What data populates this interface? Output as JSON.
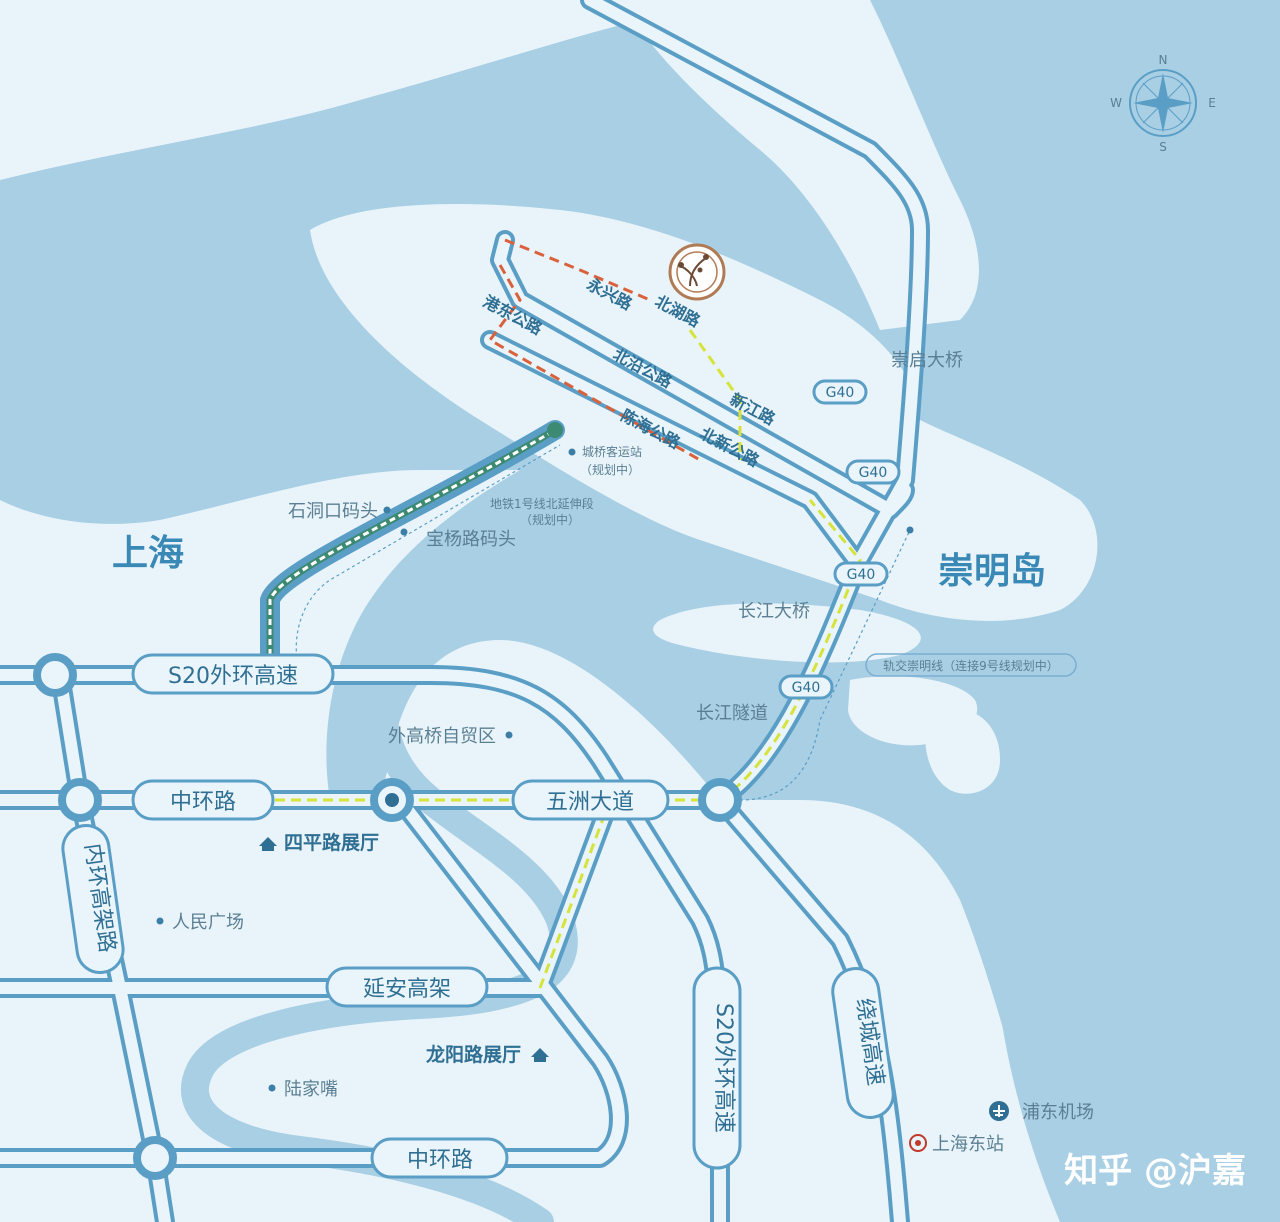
{
  "regions": {
    "shanghai": "上海",
    "chongming": "崇明岛"
  },
  "roads": {
    "s20_top": "S20外环高速",
    "zhonghuan_mid": "中环路",
    "wuzhou": "五洲大道",
    "yanan": "延安高架",
    "zhonghuan_bottom": "中环路",
    "neihuan": "内环高架路",
    "s20_vertical": "S20外环高速",
    "raocheng": "绕城高速",
    "g40_1": "G40",
    "g40_2": "G40",
    "g40_3": "G40",
    "g40_4": "G40"
  },
  "streets": {
    "yongxing": "永兴路",
    "beihu": "北湖路",
    "gangdong": "港东公路",
    "beiyan": "北沿公路",
    "xinjiang": "新江路",
    "chenhai": "陈海公路",
    "beixin": "北新公路"
  },
  "places": {
    "shidongkou": "石洞口码头",
    "baoyang": "宝杨路码头",
    "chengqiao_line1": "城桥客运站",
    "chengqiao_line2": "（规划中）",
    "metro_line1": "地铁1号线北延伸段",
    "metro_line2": "（规划中）",
    "waigaoqiao": "外高桥自贸区",
    "siping_hall": "四平路展厅",
    "renmin": "人民广场",
    "longyang_hall": "龙阳路展厅",
    "lujiazui": "陆家嘴",
    "pudong_airport": "浦东机场",
    "shanghai_east": "上海东站",
    "chongqi_bridge": "崇启大桥",
    "changjiang_bridge": "长江大桥",
    "changjiang_tunnel": "长江隧道",
    "metro_chongming": "轨交崇明线（连接9号线规划中）"
  },
  "compass": {
    "n": "N",
    "s": "S",
    "e": "E",
    "w": "W"
  },
  "watermark": "知乎 @沪嘉",
  "colors": {
    "land": "#e9f4fa",
    "water": "#a9cfe4",
    "road_outline": "#5a9ec6",
    "road_fill": "#eaf5fb",
    "route_green": "#d6e33a",
    "route_red": "#d9623d",
    "metro_green": "#3d8a73"
  }
}
